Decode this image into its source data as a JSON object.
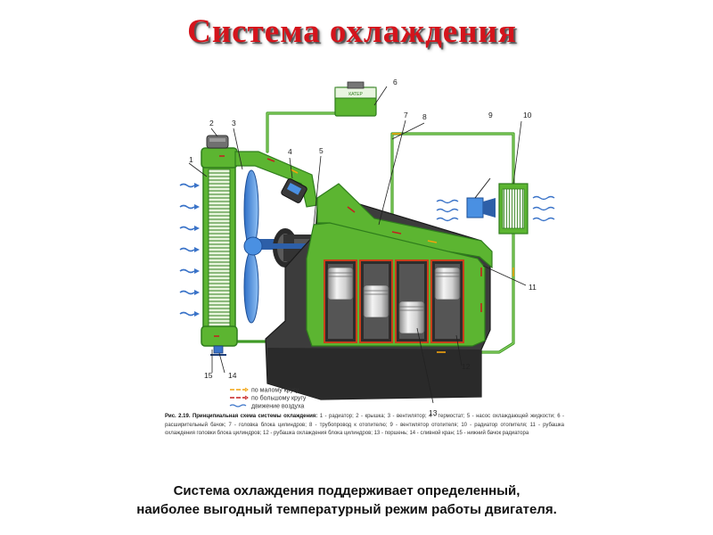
{
  "title": "Система охлаждения",
  "legend": [
    {
      "label": "по малому кругу",
      "color": "#f2a30c",
      "style": "dashed-arrows"
    },
    {
      "label": "по большому кругу",
      "color": "#c51f1f",
      "style": "dashed-arrows"
    },
    {
      "label": "движение воздуха",
      "color": "#3a73c8",
      "style": "wavy"
    }
  ],
  "callouts": [
    "1",
    "2",
    "3",
    "4",
    "5",
    "6",
    "7",
    "8",
    "9",
    "10",
    "11",
    "12",
    "13",
    "14",
    "15"
  ],
  "expansion_tank_label": "КАТЕР",
  "figure_caption": {
    "lead": "Рис. 2.19. Принципиальная схема системы охлаждения:",
    "text": " 1 - радиатор; 2 - крышка; 3 - вентилятор; 4 - термостат; 5 - насос охлаждающей жидкости; 6 - расширительный бачок; 7 - головка блока цилиндров; 8 - трубопровод к отопителю; 9 - вентилятор отопителя; 10 - радиатор отопителя; 11 - рубашка охлаждения головки блока цилиндров; 12 - рубашка охлаждения блока цилиндров; 13 - поршень; 14 - сливной кран; 15 - нижний бачок радиатора"
  },
  "summary_lines": [
    "Система охлаждения поддерживает определенный,",
    "наиболее выгодный температурный режим работы двигателя."
  ],
  "colors": {
    "coolant": "#5cb531",
    "coolant_dark": "#2f7d1c",
    "block": "#3a3a3a",
    "air": "#3a73c8",
    "fan": "#4a90e2",
    "title": "#d4141c"
  }
}
